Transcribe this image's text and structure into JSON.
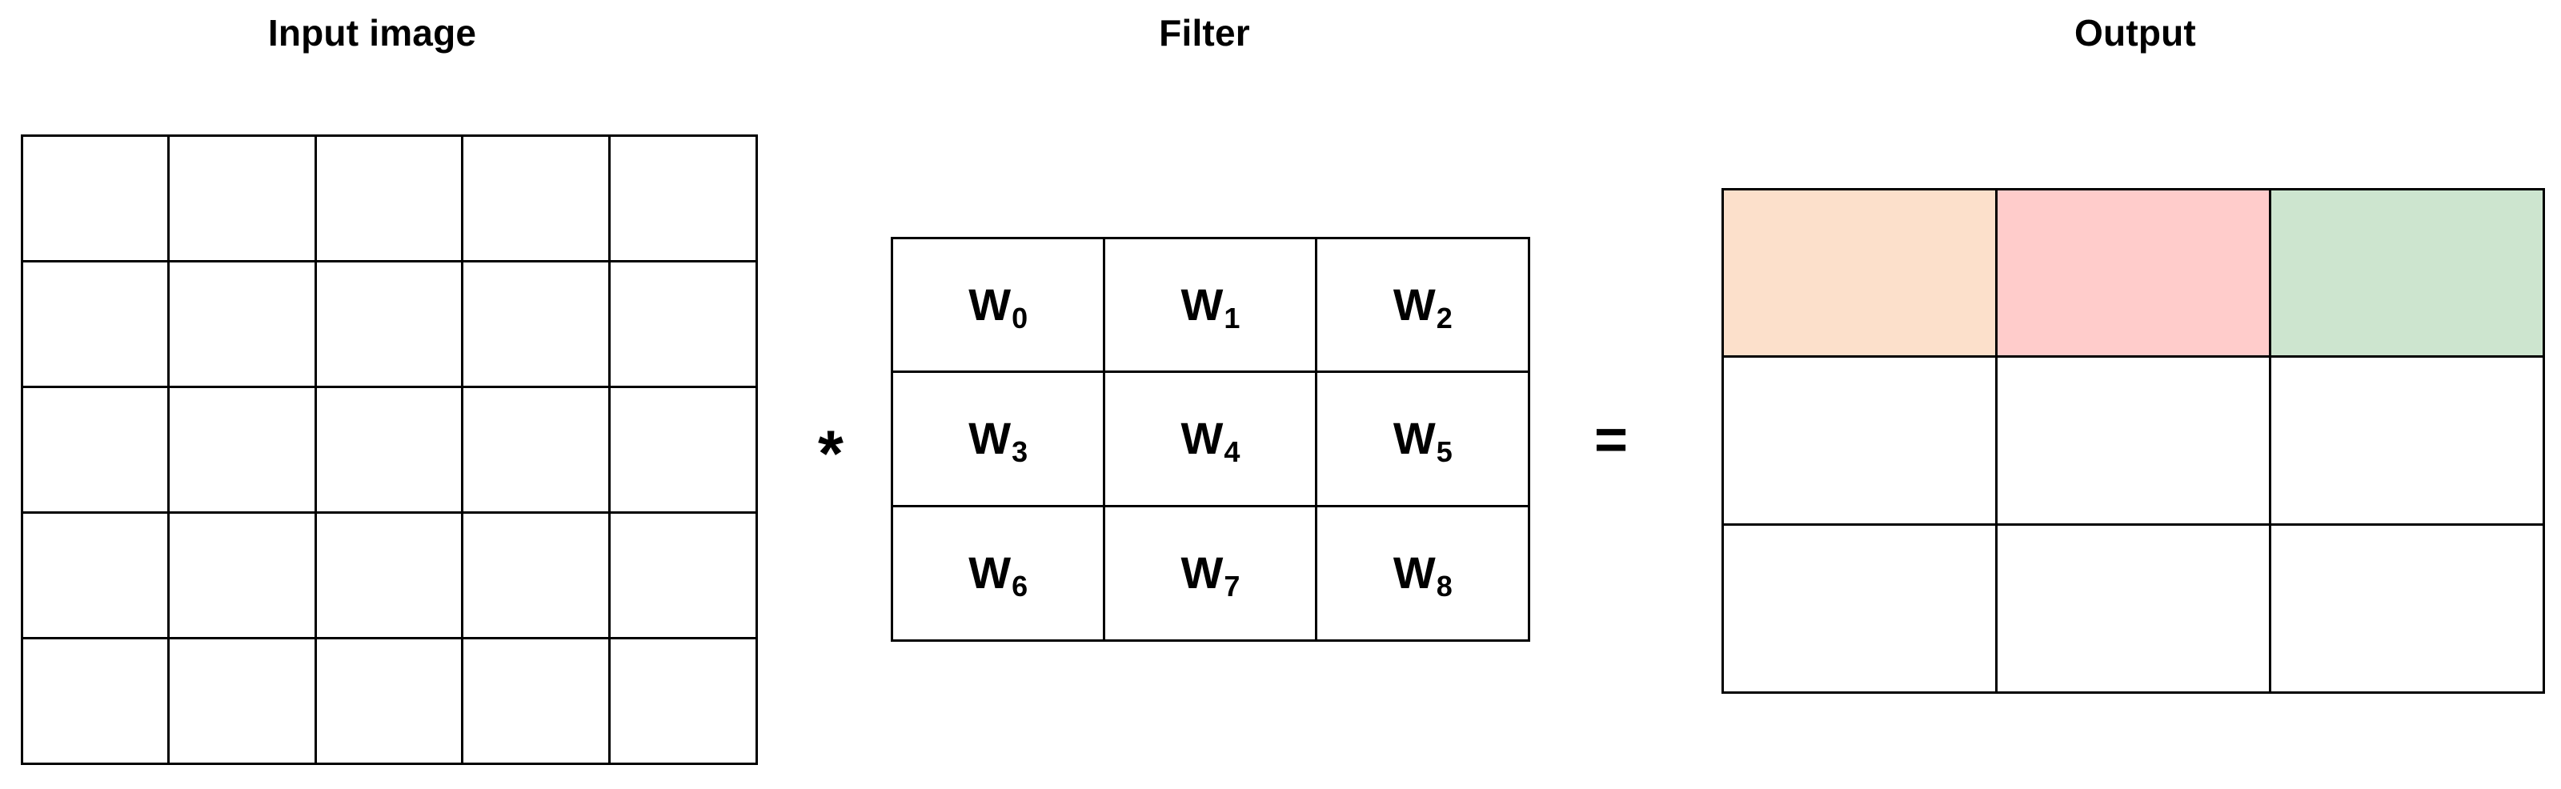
{
  "titles": {
    "input": "Input image",
    "filter": "Filter",
    "output": "Output"
  },
  "operators": {
    "convolve": "*",
    "equals": "="
  },
  "input_grid": {
    "rows": 5,
    "cols": 5,
    "fill": "#ffffff",
    "stroke": "#000000"
  },
  "filter_grid": {
    "rows": 3,
    "cols": 3,
    "stroke": "#000000",
    "weights": [
      {
        "base": "W",
        "sub": "0"
      },
      {
        "base": "W",
        "sub": "1"
      },
      {
        "base": "W",
        "sub": "2"
      },
      {
        "base": "W",
        "sub": "3"
      },
      {
        "base": "W",
        "sub": "4"
      },
      {
        "base": "W",
        "sub": "5"
      },
      {
        "base": "W",
        "sub": "6"
      },
      {
        "base": "W",
        "sub": "7"
      },
      {
        "base": "W",
        "sub": "8"
      }
    ]
  },
  "output_grid": {
    "rows": 3,
    "cols": 3,
    "stroke": "#000000",
    "cell_colors": [
      "#fce0cb",
      "#ffcccb",
      "#cde5cf",
      "#ffffff",
      "#ffffff",
      "#ffffff",
      "#ffffff",
      "#ffffff",
      "#ffffff"
    ]
  },
  "chart_data": {
    "type": "diagram",
    "title": "2D convolution: Input image * Filter = Output",
    "panels": [
      {
        "name": "Input image",
        "shape": [
          5,
          5
        ],
        "values": []
      },
      {
        "name": "Filter",
        "shape": [
          3,
          3
        ],
        "values": [
          "W0",
          "W1",
          "W2",
          "W3",
          "W4",
          "W5",
          "W6",
          "W7",
          "W8"
        ]
      },
      {
        "name": "Output",
        "shape": [
          3,
          3
        ],
        "values": []
      }
    ],
    "highlights": [
      {
        "panel": "Output",
        "row": 0,
        "col": 0,
        "color": "#fce0cb"
      },
      {
        "panel": "Output",
        "row": 0,
        "col": 1,
        "color": "#ffcccb"
      },
      {
        "panel": "Output",
        "row": 0,
        "col": 2,
        "color": "#cde5cf"
      }
    ]
  }
}
